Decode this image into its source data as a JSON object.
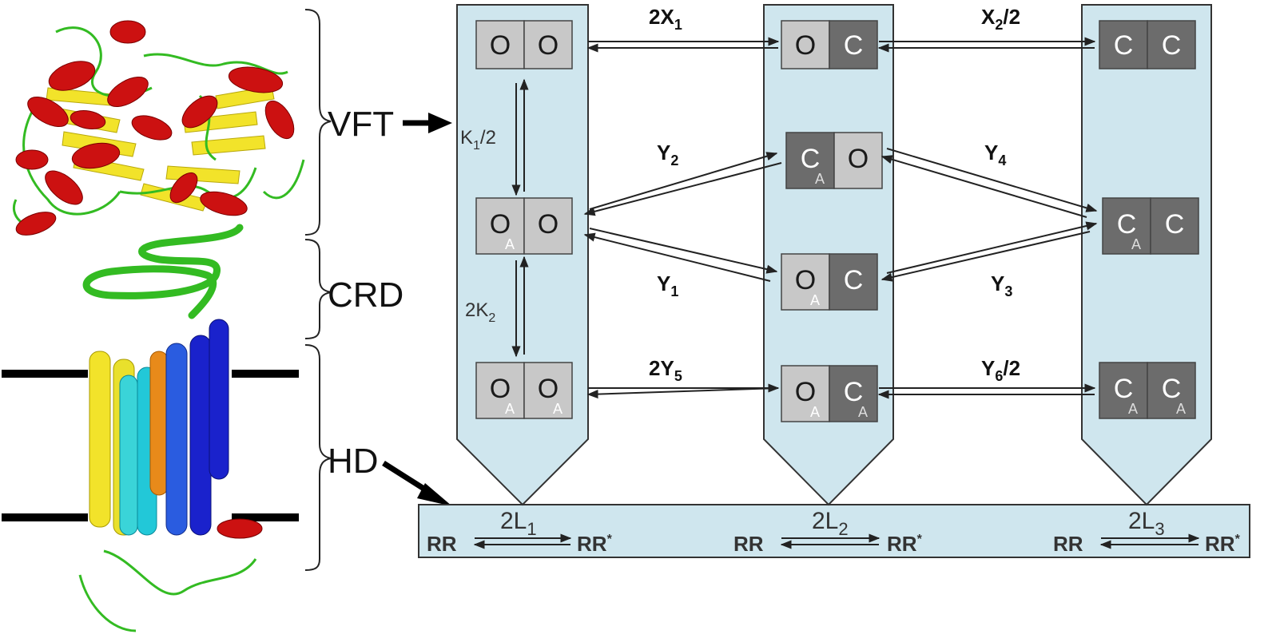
{
  "domains": {
    "vft": "VFT",
    "crd": "CRD",
    "hd": "HD"
  },
  "states": {
    "c1": [
      {
        "l": "O",
        "r": "O",
        "lA": false,
        "rA": false
      },
      {
        "l": "O",
        "r": "O",
        "lA": true,
        "rA": false
      },
      {
        "l": "O",
        "r": "O",
        "lA": true,
        "rA": true
      }
    ],
    "c2": [
      {
        "l": "O",
        "r": "C",
        "lA": false,
        "rA": false
      },
      {
        "l": "C",
        "r": "O",
        "lA": true,
        "rA": false
      },
      {
        "l": "O",
        "r": "C",
        "lA": true,
        "rA": false
      },
      {
        "l": "O",
        "r": "C",
        "lA": true,
        "rA": true
      }
    ],
    "c3": [
      {
        "l": "C",
        "r": "C",
        "lA": false,
        "rA": false
      },
      {
        "l": "C",
        "r": "C",
        "lA": true,
        "rA": false
      },
      {
        "l": "C",
        "r": "C",
        "lA": true,
        "rA": true
      }
    ],
    "agonist_sub": "A"
  },
  "rates": {
    "x1": {
      "pre": "2X",
      "sub": "1",
      "post": ""
    },
    "x2": {
      "pre": "X",
      "sub": "2",
      "post": "/2"
    },
    "k1": {
      "pre": "K",
      "sub": "1",
      "post": "/2"
    },
    "k2": {
      "pre": "2K",
      "sub": "2",
      "post": ""
    },
    "y1": {
      "pre": "Y",
      "sub": "1",
      "post": ""
    },
    "y2": {
      "pre": "Y",
      "sub": "2",
      "post": ""
    },
    "y3": {
      "pre": "Y",
      "sub": "3",
      "post": ""
    },
    "y4": {
      "pre": "Y",
      "sub": "4",
      "post": ""
    },
    "y5": {
      "pre": "2Y",
      "sub": "5",
      "post": ""
    },
    "y6": {
      "pre": "Y",
      "sub": "6",
      "post": "/2"
    }
  },
  "hd_equilibria": [
    {
      "left": "RR",
      "right": "RR",
      "right_sup": "*",
      "rate_pre": "2L",
      "rate_sub": "1"
    },
    {
      "left": "RR",
      "right": "RR",
      "right_sup": "*",
      "rate_pre": "2L",
      "rate_sub": "2"
    },
    {
      "left": "RR",
      "right": "RR",
      "right_sup": "*",
      "rate_pre": "2L",
      "rate_sub": "3"
    }
  ],
  "colors": {
    "panel": "#cfe6ee",
    "open_state": "#c8c8c8",
    "closed_state": "#6c6c6c",
    "helix_red": "#cc1111",
    "sheet_yellow": "#f2e32a",
    "loop_green": "#33bb22",
    "tm_blue": "#1a22cc",
    "tm_cyan": "#22c8d8",
    "tm_orange": "#e88a1a"
  }
}
